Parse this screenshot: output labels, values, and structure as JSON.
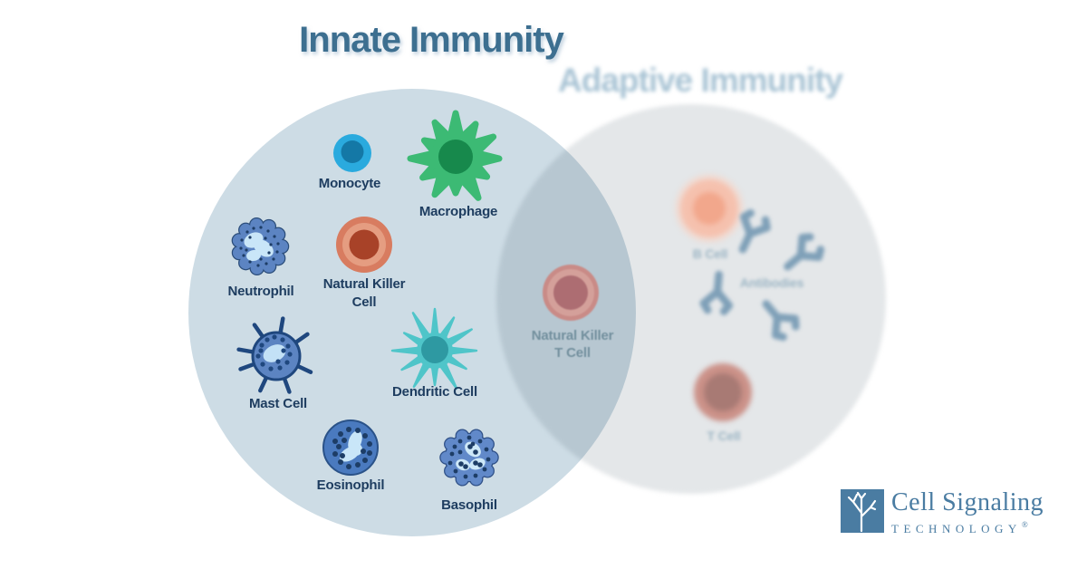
{
  "titles": {
    "innate": "Innate Immunity",
    "adaptive": "Adaptive Immunity"
  },
  "cells": {
    "monocyte": {
      "label": "Monocyte"
    },
    "macrophage": {
      "label": "Macrophage"
    },
    "neutrophil": {
      "label": "Neutrophil"
    },
    "nk": {
      "label": "Natural Killer\nCell"
    },
    "mast": {
      "label": "Mast Cell"
    },
    "dendritic": {
      "label": "Dendritic Cell"
    },
    "eosinophil": {
      "label": "Eosinophil"
    },
    "basophil": {
      "label": "Basophil"
    },
    "nkt": {
      "label": "Natural Killer\nT Cell"
    },
    "bcell": {
      "label": "B Cell"
    },
    "antibodies": {
      "label": "Antibodies"
    },
    "tcell": {
      "label": "T Cell"
    }
  },
  "logo": {
    "name": "Cell Signaling",
    "sub": "TECHNOLOGY",
    "reg": "®"
  },
  "colors": {
    "title_innate": "#3d6f90",
    "title_adaptive": "#a8c3d4",
    "circle_innate": "#cddce5",
    "circle_adaptive": "#e4e7e9",
    "label_dark": "#1e3d60",
    "label_overlap": "#73909e",
    "label_adaptive": "#9cb5c4",
    "monocyte_outer": "#2aaade",
    "monocyte_inner": "#1478a6",
    "macrophage_body": "#3cba74",
    "macrophage_core": "#17894c",
    "neutrophil_body": "#5c84c2",
    "neutrophil_outline": "#2b4d7a",
    "neutrophil_nucleus": "#c9e6f8",
    "dots_navy": "#1d3d66",
    "nk_outer": "#d87c60",
    "nk_mid": "#e59d81",
    "nk_core": "#a84228",
    "mast_body": "#5c84c2",
    "mast_outline": "#1f477e",
    "mast_nucleus": "#c3e1f6",
    "dendritic_body": "#4fc5c9",
    "dendritic_core": "#2e99a2",
    "eosinophil_body": "#4a7abf",
    "eosinophil_outline": "#2a5288",
    "eosinophil_nucleus": "#c9e6f8",
    "basophil_body": "#6189c9",
    "basophil_outline": "#2e4f86",
    "basophil_granule": "#cde8f8",
    "nkt_outer": "#c98b87",
    "nkt_mid": "#d4a09a",
    "nkt_core": "#ad6d72",
    "bcell_halo": "#f8d3c4",
    "bcell_outer": "#f5c1ae",
    "bcell_core": "#f2a78c",
    "tcell_outer": "#cb9188",
    "tcell_core": "#a87a74",
    "antibody": "#7fa0b8",
    "logo_blue": "#4a7ca2",
    "white": "#ffffff"
  }
}
